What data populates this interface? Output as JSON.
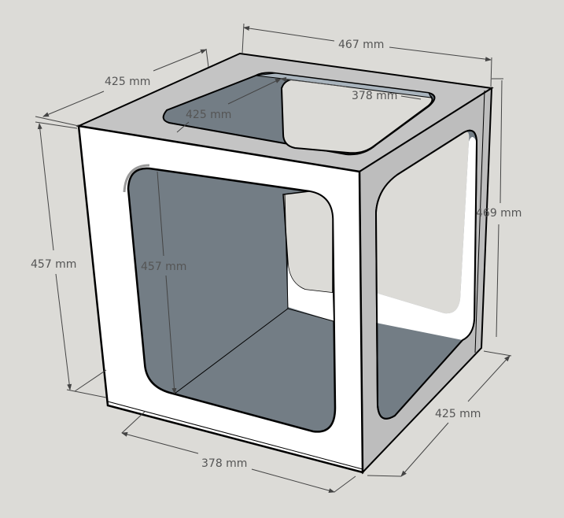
{
  "scene": {
    "background_color": "#dcdbd7",
    "object": "open-frame cube with rounded cut-outs",
    "colors": {
      "front_face": "#ffffff",
      "side_face": "#bdbdbd",
      "top_face": "#c4c4c4",
      "interior_shadow": "#737d85",
      "inner_light": "#dcdbd7",
      "edge": "#000000",
      "dimension_line": "#444444",
      "dimension_text": "#555555"
    }
  },
  "dimensions": {
    "top_width": "467 mm",
    "top_depth_outer": "425 mm",
    "top_depth_inner": "425 mm",
    "top_inner_width": "378 mm",
    "left_height_outer": "457 mm",
    "left_height_inner": "457 mm",
    "right_height": "469 mm",
    "bottom_width": "378 mm",
    "bottom_depth": "425 mm"
  }
}
